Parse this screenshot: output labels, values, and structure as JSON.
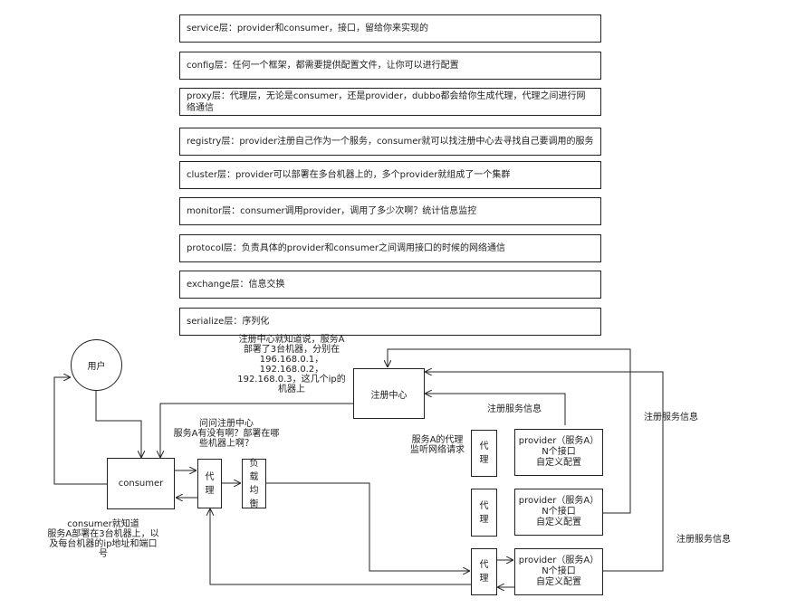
{
  "layers": [
    "service层：provider和consumer，接口，留给你来实现的",
    "config层：任何一个框架，都需要提供配置文件，让你可以进行配置",
    "proxy层：代理层，无论是consumer，还是provider，dubbo都会给你生成代理，代理之间进行网络通信",
    "registry层：provider注册自己作为一个服务，consumer就可以找注册中心去寻找自己要调用的服务",
    "cluster层：provider可以部署在多台机器上的，多个provider就组成了一个集群",
    "monitor层：consumer调用provider，调用了多少次啊？统计信息监控",
    "protocol层：负责具体的provider和consumer之间调用接口的时候的网络通信",
    "exchange层：信息交换",
    "serialize层：序列化"
  ],
  "user": "用户",
  "consumer": "consumer",
  "consumer_proxy": "代理",
  "load_balance": "负载均衡",
  "registry": "注册中心",
  "provider_proxy": "代理",
  "provider": {
    "line1": "provider（服务A）",
    "line2": "N个接口",
    "line3": "自定义配置"
  },
  "notes": {
    "registry_knows": "注册中心就知道说，服务A\n部署了3台机器，分别在\n196.168.0.1，\n192.168.0.2，\n192.168.0.3，这几个ip的\n机器上",
    "ask_registry": "问问注册中心\n服务A有没有啊？部署在哪\n些机器上啊？",
    "proxy_listen": "服务A的代理\n监听网络请求",
    "consumer_knows": "consumer就知道\n服务A部署在3台机器上，以\n及每台机器的ip地址和端口\n号",
    "register_info_1": "注册服务信息",
    "register_info_2": "注册服务信息",
    "register_info_3": "注册服务信息"
  }
}
